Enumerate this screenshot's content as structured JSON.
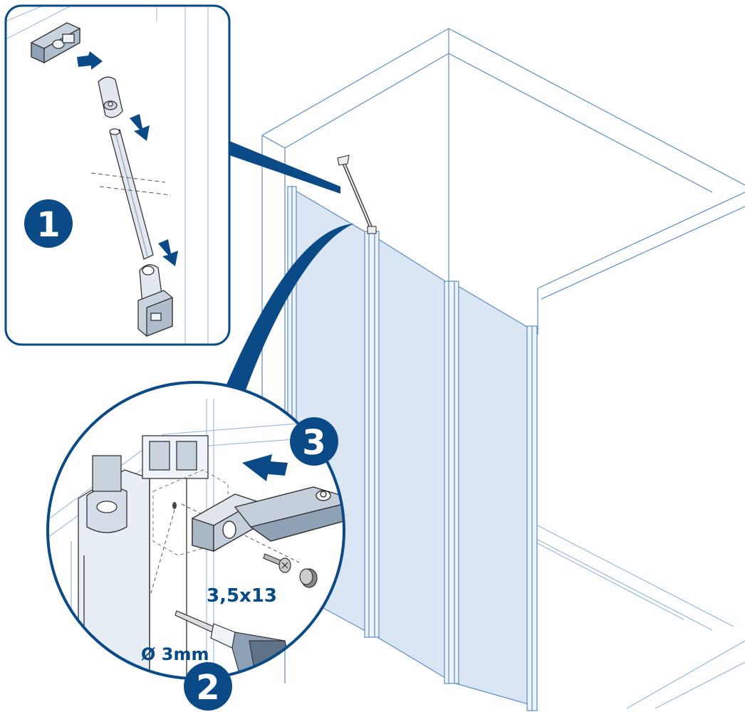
{
  "colors": {
    "primary": "#0a4a86",
    "line": "#5b8cc4",
    "glass": "#dbe6f4",
    "gray": "#888888"
  },
  "steps": [
    {
      "number": "1"
    },
    {
      "number": "2"
    },
    {
      "number": "3"
    }
  ],
  "labels": {
    "screw_size": "3,5x13",
    "drill_diameter": "Ø 3mm"
  },
  "icons": {
    "arrow": "push-arrow-icon"
  }
}
